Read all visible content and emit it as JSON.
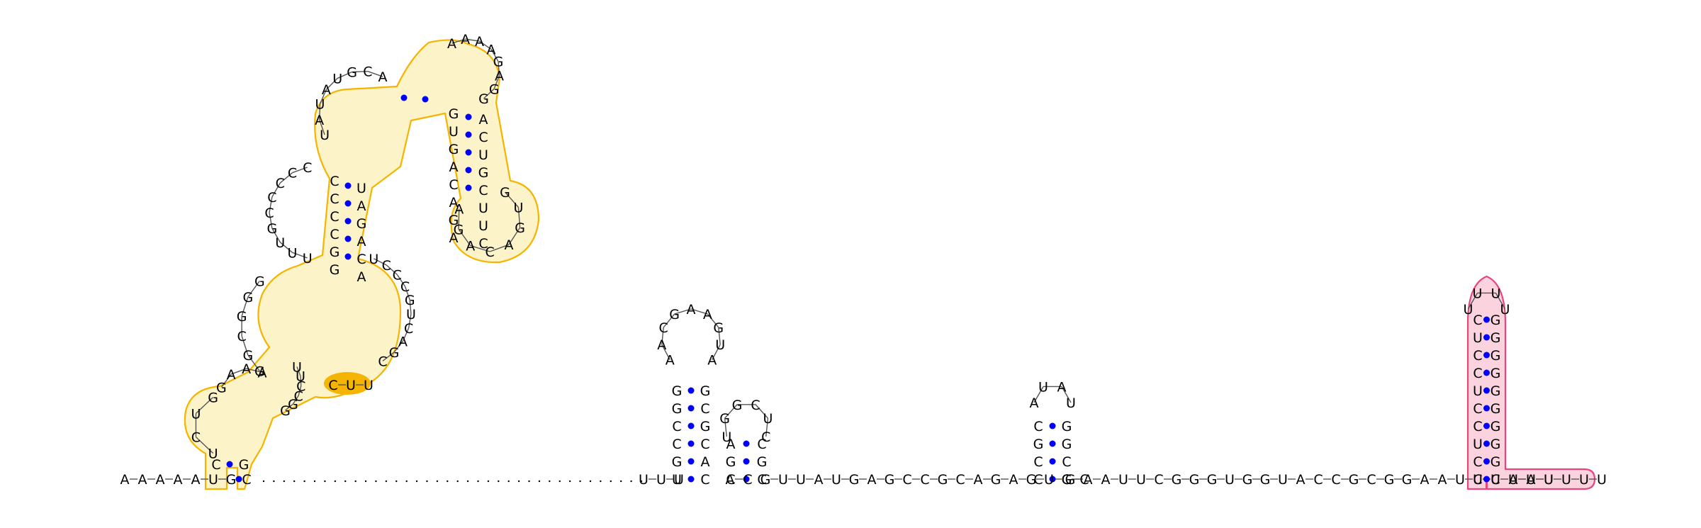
{
  "diagram": {
    "type": "rna-secondary-structure",
    "colors": {
      "background": "#ffffff",
      "nucleotide_text": "#000000",
      "backbone": "#555555",
      "pair_dot": "#0000ff",
      "region_a_outline": "#f5b400",
      "region_a_fill": "#fdf3c8",
      "region_a_highlight": "#f5b400",
      "region_b_outline": "#e8457c",
      "region_b_fill": "#fbd3de"
    },
    "leader_5prime": "AAAAAUG",
    "hairpin_a": {
      "stem5": "G",
      "bulge": "UCUG",
      "stem_b5": "GAAA",
      "int_loop_left": "GGCGGG",
      "stem_c5": "UUUGCCCCC",
      "loop3": "UAUAUGCA",
      "stem_d5": "AG",
      "hairpin_loop": "AAAAGAGG",
      "stem_d3": "UU",
      "stem_e": "GUGACAGAAGGCUGCUACU",
      "int3": "UCCCGUCAGC",
      "stem_c3": "AUGCA",
      "int3b": "UUCCGGUCAACUU",
      "stem_b3": "UAGGUC",
      "closing3": "GC"
    },
    "linker_dots": 38,
    "hairpin_b": {
      "stem5": "GGCCGU",
      "loop": "AACGAAGUA",
      "stem3": "CACGCG"
    },
    "hairpin_c": {
      "stem5": "CGA",
      "loop": "UGGCUC",
      "stem3": "CGC"
    },
    "spacer_1": "GUUAUGAGCCGCAGAGUGC",
    "hairpin_d": {
      "stem5": "CCGC",
      "loop": "AUAU",
      "stem3": "GCGG"
    },
    "spacer_2": "GAAUUCGGGUGGUACCGCGGAAUUUUAU",
    "terminator": {
      "stem5": "CUCCUCCUCC",
      "loop": "UUUU",
      "stem3": "CGGGGGGGGG",
      "tail": "AUUUUU"
    }
  }
}
